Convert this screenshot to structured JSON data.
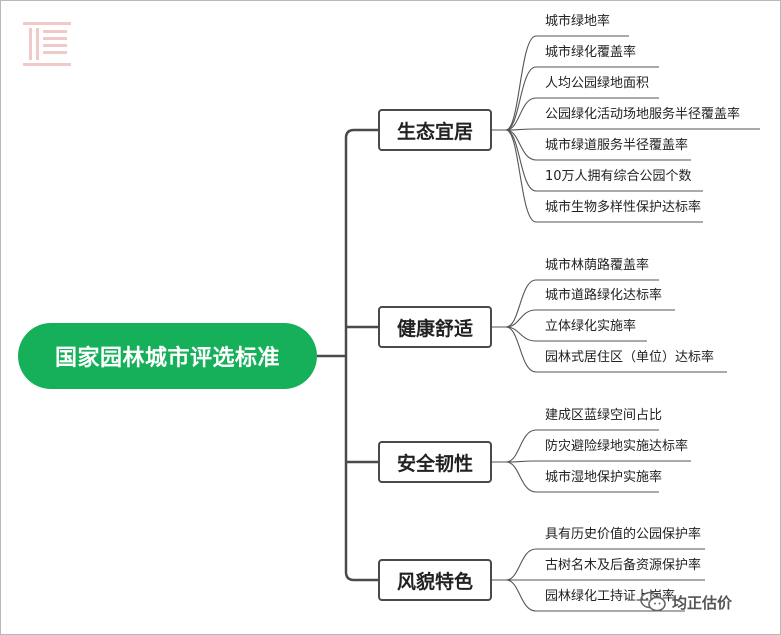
{
  "root": {
    "label": "国家园林城市评选标准"
  },
  "categories": [
    {
      "label": "生态宜居",
      "items": [
        "城市绿地率",
        "城市绿化覆盖率",
        "人均公园绿地面积",
        "公园绿化活动场地服务半径覆盖率",
        "城市绿道服务半径覆盖率",
        "10万人拥有综合公园个数",
        "城市生物多样性保护达标率"
      ]
    },
    {
      "label": "健康舒适",
      "items": [
        "城市林荫路覆盖率",
        "城市道路绿化达标率",
        "立体绿化实施率",
        "园林式居住区（单位）达标率"
      ]
    },
    {
      "label": "安全韧性",
      "items": [
        "建成区蓝绿空间占比",
        "防灾避险绿地实施达标率",
        "城市湿地保护实施率"
      ]
    },
    {
      "label": "风貌特色",
      "items": [
        "具有历史价值的公园保护率",
        "古树名木及后备资源保护率",
        "园林绿化工持证上岗率"
      ]
    }
  ],
  "watermark": {
    "text": "均正估价"
  },
  "colors": {
    "root": "#17b05a",
    "line": "#4a4a4a",
    "leaf_line": "#555555",
    "logo": "#e8b8b8"
  }
}
